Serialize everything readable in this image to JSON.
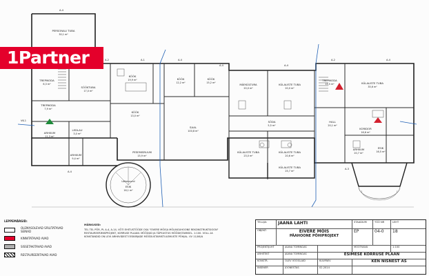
{
  "brand": {
    "logo_text": "1Partner",
    "accent_color": "#e4002b"
  },
  "rooms": [
    {
      "key": "personal",
      "name": "PERSONALI TUBA",
      "area": "30,1 m²"
    },
    {
      "key": "kylaliste1",
      "name": "KÜLALISTE TUBA",
      "area": "35,6 m²"
    },
    {
      "key": "trepikoda1",
      "name": "TREPIKODA",
      "area": "6,3 m²"
    },
    {
      "key": "sook1",
      "name": "SÖÖKTUBA",
      "area": "17,0 m²"
    },
    {
      "key": "kook1",
      "name": "KÖÖK",
      "area": "19,9 m²"
    },
    {
      "key": "kook2",
      "name": "KÖÖK",
      "area": "12,2 m²"
    },
    {
      "key": "kook3",
      "name": "KÖÖK",
      "area": "15,2 m²"
    },
    {
      "key": "maja",
      "name": "MÄEKÜLTURA",
      "area": "20,0 m²"
    },
    {
      "key": "kylaliste2",
      "name": "KÜLALISTE TUBA",
      "area": "20,0 m²"
    },
    {
      "key": "trepikoda2",
      "name": "TREPIKODA",
      "area": "15,5 m²"
    },
    {
      "key": "kylaliste3",
      "name": "KÜLALISTE TUBA",
      "area": "20,6 m²"
    },
    {
      "key": "trepikoda3",
      "name": "TREPIKODA",
      "area": "7,9 m²"
    },
    {
      "key": "kook4",
      "name": "KÖÖK",
      "area": "13,0 m²"
    },
    {
      "key": "saal",
      "name": "SAAL",
      "area": "100,8 m²"
    },
    {
      "key": "soda",
      "name": "SÖDA",
      "area": "5,5 m²"
    },
    {
      "key": "hall",
      "name": "HALL",
      "area": "20,1 m²"
    },
    {
      "key": "arhiiv",
      "name": "ARHIIUM",
      "area": "11,3 m²"
    },
    {
      "key": "ledlau",
      "name": "LEDLAU",
      "area": "3,0 m²"
    },
    {
      "key": "arhiiv2",
      "name": "ARHIIUM",
      "area": "9,4 m²"
    },
    {
      "key": "pesemis",
      "name": "PESEMISRUUM",
      "area": "15,9 m²"
    },
    {
      "key": "kylaliste4",
      "name": "KÜLALISTE TUBA",
      "area": "23,0 m²"
    },
    {
      "key": "kylaliste5",
      "name": "KÜLALISTE TUBA",
      "area": "25,7 m²"
    },
    {
      "key": "koridor",
      "name": "KORIDOR",
      "area": "16,6 m²"
    },
    {
      "key": "arhiiv3",
      "name": "ARHIIUM",
      "area": "20,7 m²"
    },
    {
      "key": "esik",
      "name": "ESIK",
      "area": "16,1 m²"
    },
    {
      "key": "esik2",
      "name": "ESIK",
      "area": "16,5 m²"
    }
  ],
  "labels": {
    "sections": [
      "A-4",
      "A-3",
      "A-2",
      "A-1",
      "A-4",
      "A-4",
      "A-4",
      "A-2",
      "A-4",
      "A-4",
      "A-3"
    ],
    "lifts": "Lõikesuund",
    "vk": "VK-1"
  },
  "legend": {
    "title": "LEPPEMÄRGID:",
    "items": [
      "OLEMASOLEVAD SÄILITATAVAD SEINAD",
      "KINNITATAVAD AVAD",
      "SISSETAKITAVAD AVAD",
      "RESTAUREERITAVAD AVAD"
    ]
  },
  "notes": {
    "title": "MÄRKUSED:",
    "lines": [
      "TEL TEL PÕR, PL A-4, A-14, VÕTI EHITUSTÖÖDE OSA \"EIVERE MÕISA MÕLINGUHOONE REKONSTRUKTSIOON\"",
      "RESTAUREERIMISPROJEKT, KORRUSE PLAANI. MÕÕDUD JA TÄPSUSTUS MÕÕDISTAMISEL. 1:100. VOLL.1A",
      "KONSTANDID ON LEVI ARHIIVIDEST EESKIRJADE MÕÕDUSTAMISTULEMUSTE PÕHJAL. VV 11/06/A"
    ]
  },
  "titleblock": {
    "client_label": "TELLIJA:",
    "client": "JAANA LAHTI",
    "object_label": "OBJEKT:",
    "object": "EIVERE MÕIS",
    "project": "PÄAHOONE PÕHIPROJEKT",
    "sheet_title": "ESIMESE KORRUSE PLAAN",
    "firm": "KEN NISNEST AS",
    "rows": [
      "PROJEKTIJUHT",
      "ARHITEKT",
      "KONSTR.",
      "INSENER",
      "JOONESTAS"
    ],
    "names": [
      "JAANA TOMINGAS",
      "JAANA TOMINGAS",
      "OLEV VOOGLAID"
    ],
    "stage_label": "STAADIUM",
    "stage": "EP",
    "sheet_no_label": "TÖÖ NR",
    "sheet_no": "04-0",
    "page_label": "LEHT",
    "page": "18",
    "scale_label": "MÕÕTKAVA",
    "scale": "1:100",
    "date_label": "KUUPÄEV",
    "date": "02.2014"
  }
}
